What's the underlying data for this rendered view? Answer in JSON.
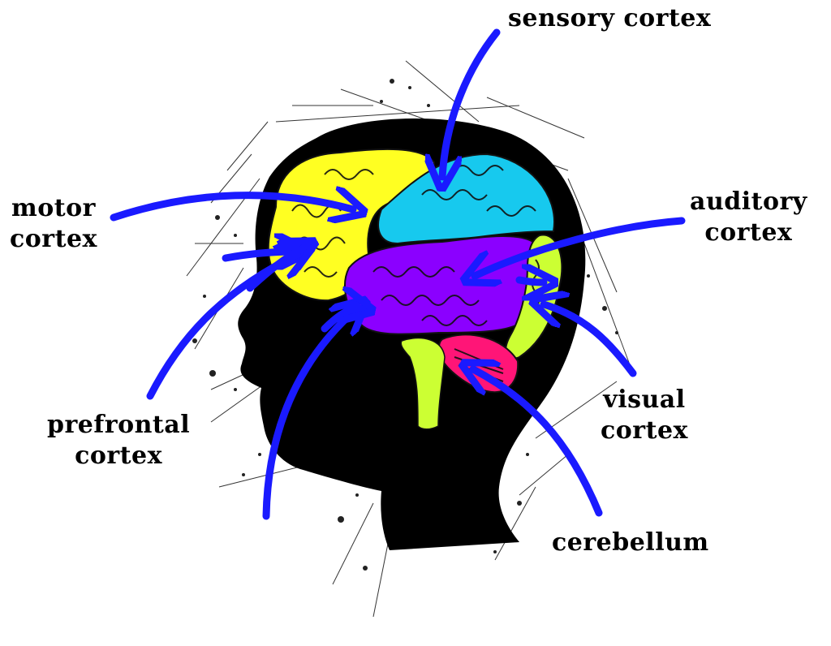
{
  "labels": {
    "sensory": "sensory cortex",
    "motor": [
      "motor",
      "cortex"
    ],
    "auditory": [
      "auditory",
      "cortex"
    ],
    "prefrontal": [
      "prefrontal",
      "cortex"
    ],
    "visual": [
      "visual",
      "cortex"
    ],
    "cerebellum": "cerebellum"
  },
  "colors": {
    "head": "#000000",
    "motor_region": "#ffff22",
    "sensory_region": "#17c9ee",
    "auditory_region": "#8b00ff",
    "visual_region": "#ccff33",
    "cerebellum_region": "#ff1577",
    "brainstem": "#ccff33",
    "arrows": "#1a1aff",
    "text": "#000000"
  }
}
